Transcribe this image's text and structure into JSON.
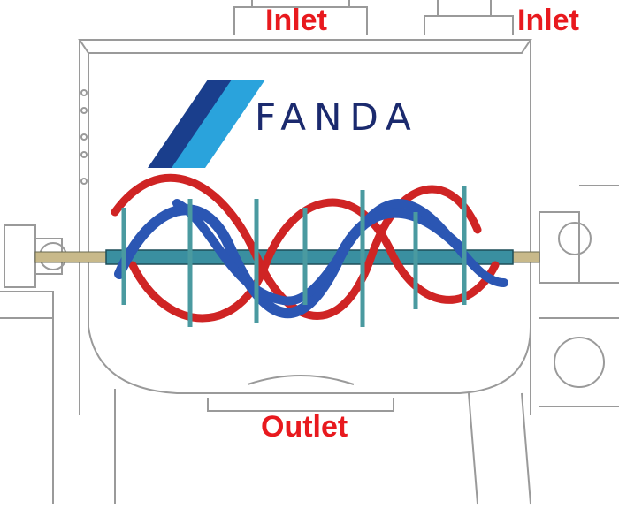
{
  "colors": {
    "label": "#e8191e",
    "outline": "#9a9a9a",
    "brand_text": "#1b2a6e",
    "logo_dark": "#1a3e8c",
    "logo_light": "#2aa3dc",
    "ribbon_red": "#cf2424",
    "ribbon_blue": "#2b56b3",
    "shaft": "#3a8fa0"
  },
  "labels": {
    "inlet_left": "Inlet",
    "inlet_right": "Inlet",
    "outlet": "Outlet"
  },
  "logo": {
    "brand": "FANDA",
    "icon": "fanda-slash-logo-icon"
  }
}
